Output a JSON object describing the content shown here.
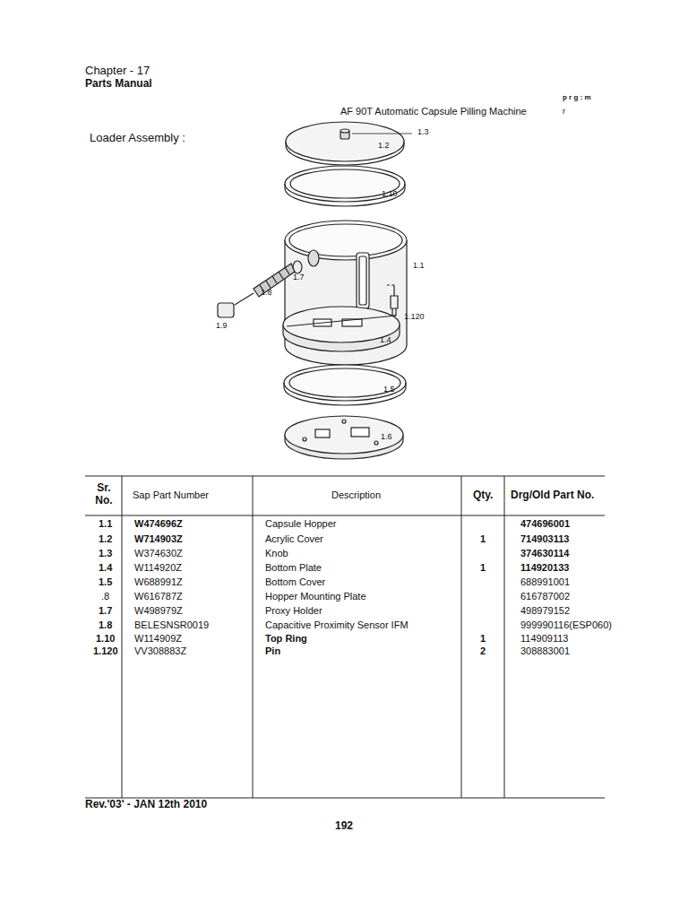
{
  "diagram": {
    "labels": [
      "Chapter - 17",
      "Parts Manual",
      "p r g : m",
      "AF 90T Automatic Capsule Pilling Machine",
      "r",
      "Loader Assembly :",
      "1.3",
      "1.2",
      "1.10",
      "1.1",
      "1.7",
      "1.8",
      "1.9",
      "1.120",
      "1.4",
      "1.5",
      "1.6",
      "Sr. No.",
      "Sap Part Number",
      "Description",
      "Qty.",
      "Drg/Old Part No.",
      "1.1",
      "W474696Z",
      "Capsule Hopper",
      "474696001",
      "1.2",
      "W714903Z",
      "Acrylic Cover",
      "1",
      "714903113",
      "1.3",
      "W374630Z",
      "Knob",
      "374630114",
      "1.4",
      "W114920Z",
      "Bottom Plate",
      "1",
      "114920133",
      "1.5",
      "W688991Z",
      "Bottom Cover",
      "688991001",
      ".8",
      "W616787Z",
      "Hopper Mounting Plate",
      "616787002",
      "1.7",
      "W498979Z",
      "Proxy Holder",
      "498979152",
      "1.8",
      "BELESNSR0019",
      "Capacitive Proximity Sensor IFM",
      "999990116(ESP060)",
      "1.10",
      "W114909Z",
      "Top Ring",
      "1",
      "114909113",
      "1.120",
      "VV308883Z",
      "Pin",
      "2",
      "308883001",
      "Rev.'03' - JAN 12th 2010",
      "192"
    ]
  }
}
